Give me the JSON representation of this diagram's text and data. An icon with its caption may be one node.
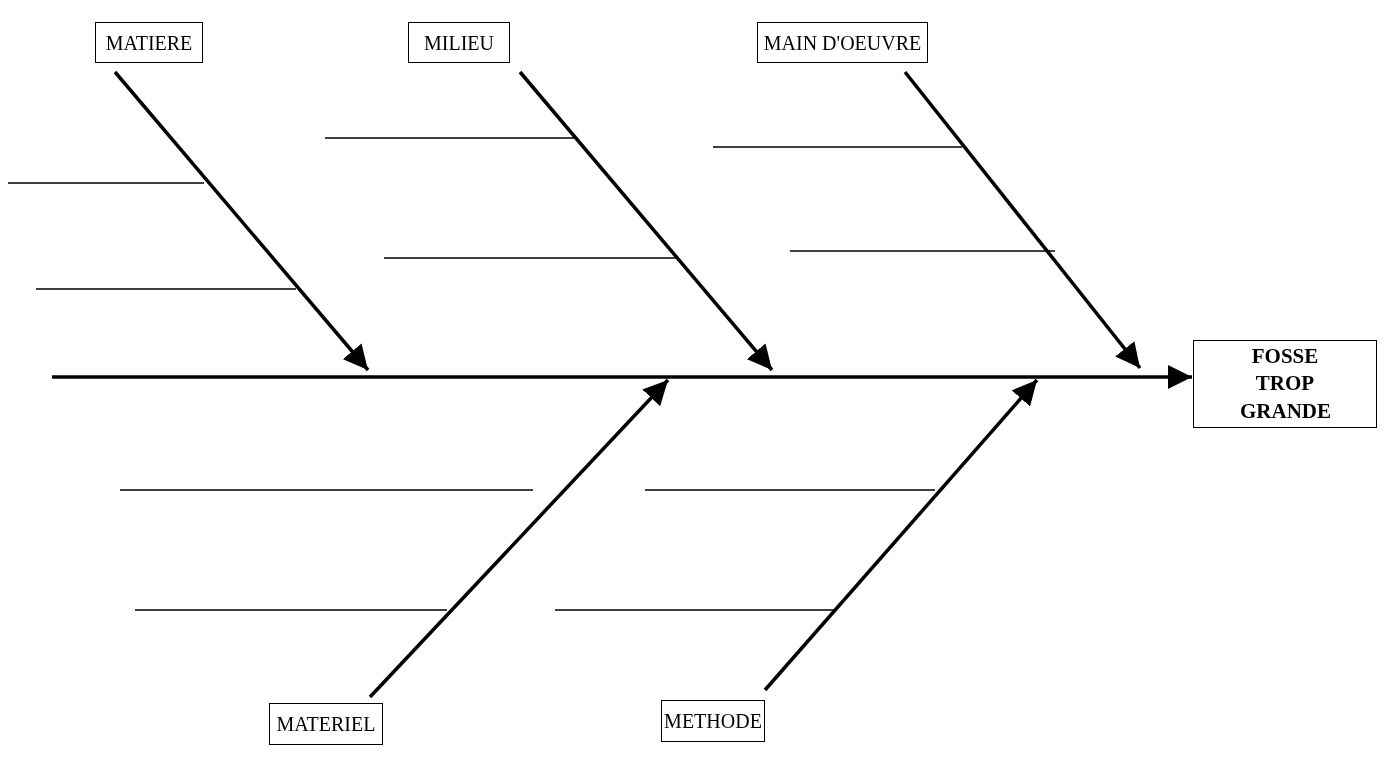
{
  "diagram": {
    "nodes": [
      {
        "text": [
          "MATIERE"
        ]
      },
      {
        "text": [
          "MILIEU"
        ]
      },
      {
        "text": [
          "MAIN D'OEUVRE"
        ]
      },
      {
        "text": [
          "FOSSE TROP GRANDE"
        ]
      },
      {
        "text": [
          "MATERIEL"
        ]
      },
      {
        "text": [
          "METHODE"
        ]
      }
    ],
    "edges": [
      {
        "from": null,
        "to": 3,
        "arrow": "to"
      },
      {
        "from": 0,
        "to": null,
        "arrow": "to"
      },
      {
        "from": 1,
        "to": null,
        "arrow": "to"
      },
      {
        "from": 2,
        "to": null,
        "arrow": "to"
      },
      {
        "from": 4,
        "to": null,
        "arrow": "to"
      },
      {
        "from": 5,
        "to": null,
        "arrow": "to"
      }
    ]
  }
}
